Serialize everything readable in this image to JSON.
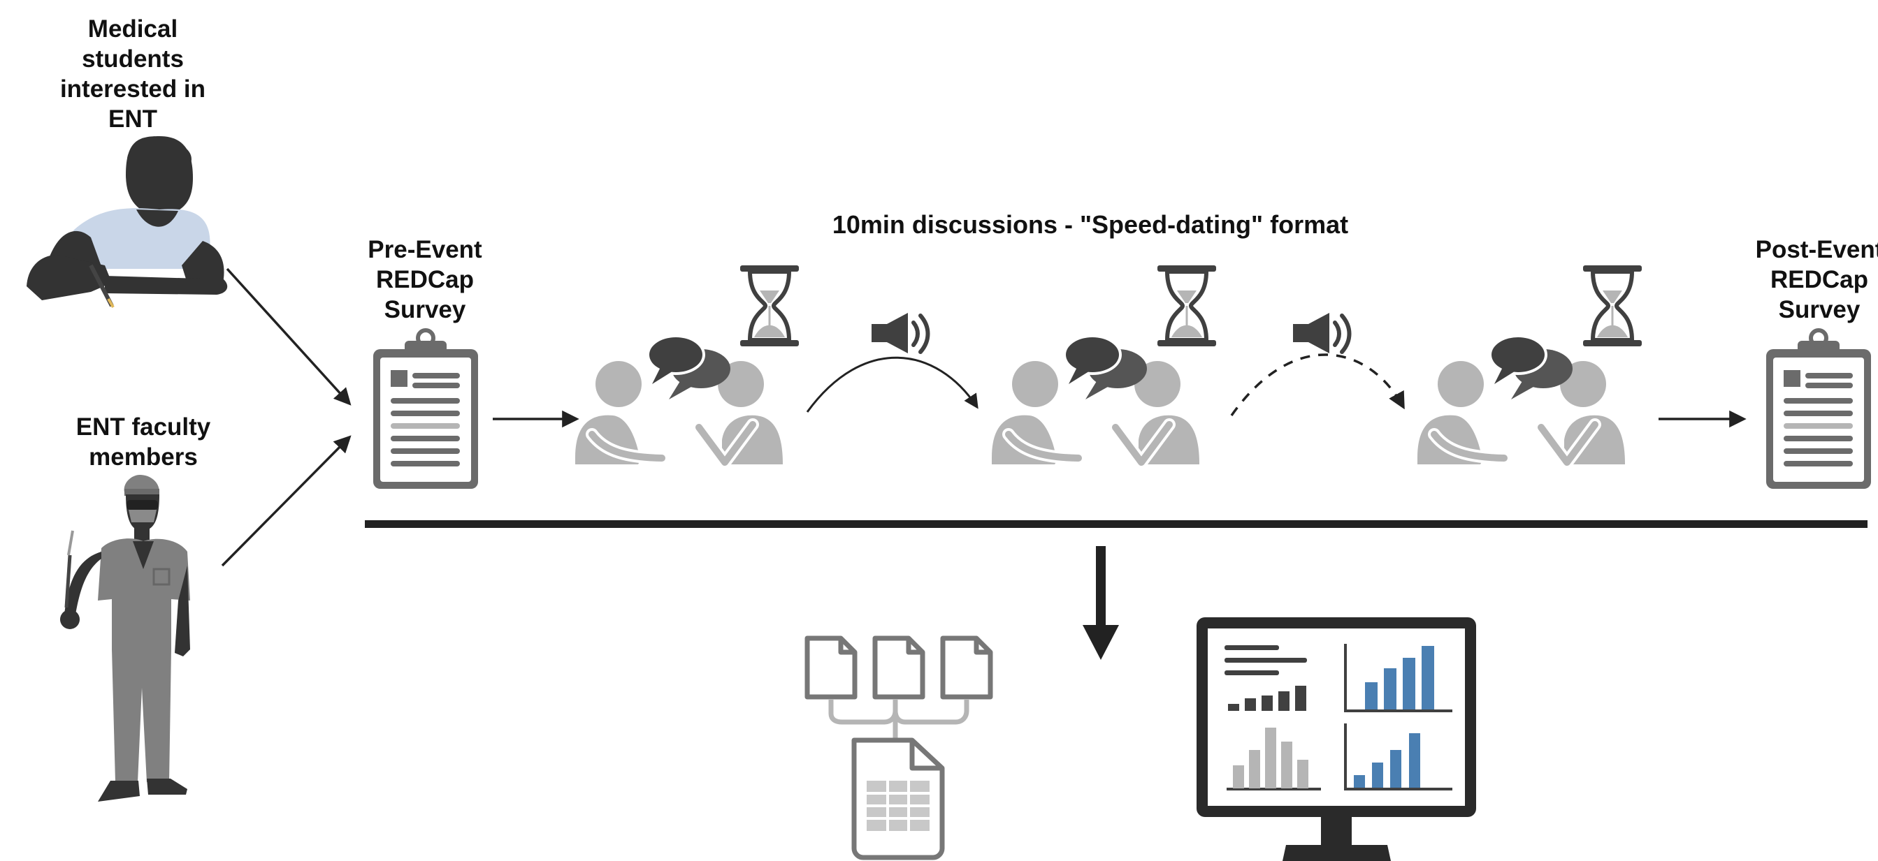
{
  "labels": {
    "students": [
      "Medical",
      "students",
      "interested in",
      "ENT"
    ],
    "faculty": [
      "ENT faculty",
      "members"
    ],
    "pre_survey": [
      "Pre-Event",
      "REDCap",
      "Survey"
    ],
    "post_survey": [
      "Post-Event",
      "REDCap",
      "Survey"
    ],
    "discussions": "10min discussions - \"Speed-dating\" format"
  },
  "colors": {
    "text": "#111111",
    "dark": "#333333",
    "icon_gray": "#777777",
    "light_gray": "#b5b5b5",
    "shirt": "#c9d6e8",
    "bar_blue": "#4a7fb2"
  },
  "icons": [
    "student-figure-icon",
    "surgeon-figure-icon",
    "clipboard-icon",
    "conversation-icon",
    "hourglass-icon",
    "megaphone-icon",
    "documents-merge-icon",
    "monitor-dashboard-icon"
  ]
}
